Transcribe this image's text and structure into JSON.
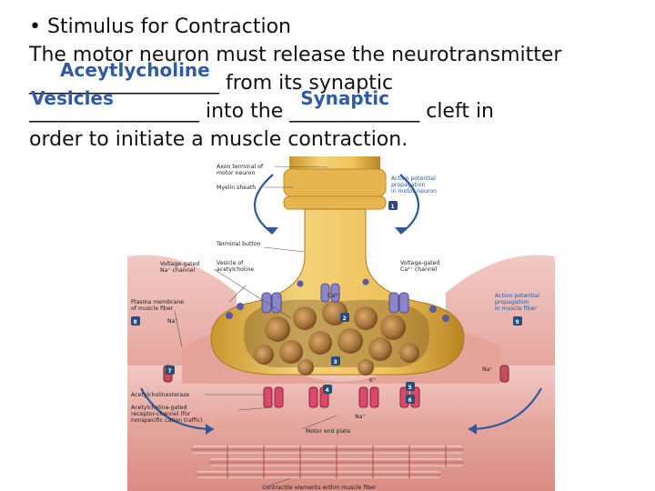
{
  "slide": {
    "bullet": "•",
    "heading": "Stimulus for Contraction",
    "line2": "The motor neuron must release the neurotransmitter",
    "blank1_underscores": "___________________",
    "answer1": "Aceytlycholine",
    "line3_after": " from its synaptic",
    "blank2_underscores": "_________________",
    "answer2": "Vesicles",
    "line4_mid": " into the ",
    "blank3_underscores": "_____________",
    "answer3": "Synaptic",
    "line4_end": " cleft in",
    "line5": "order to initiate a muscle contraction."
  },
  "figure_labels": {
    "axon_terminal": "Axon terminal of",
    "axon_terminal2": "motor neuron",
    "myelin": "Myelin sheath",
    "ap_neuron1": "Action potential",
    "ap_neuron2": "propagation",
    "ap_neuron3": "in motor neuron",
    "terminal_button": "Terminal button",
    "vg_na1": "Voltage-gated",
    "vg_na2": "Na⁺ channel",
    "vesicle1": "Vesicle of",
    "vesicle2": "acetylcholine",
    "vg_ca1": "Voltage-gated",
    "vg_ca2": "Ca²⁺ channel",
    "ca": "Ca²⁺",
    "plasma1": "Plasma membrane",
    "plasma2": "of muscle fiber",
    "ap_muscle1": "Action potential",
    "ap_muscle2": "propagation",
    "ap_muscle3": "in muscle fiber",
    "na_left": "Na⁺",
    "na_right": "Na⁺",
    "na_bottom": "Na⁺",
    "k": "K⁺",
    "ache": "Acetylcholinesterase",
    "achr1": "Acetylcholine-gated",
    "achr2": "receptor-channel (for",
    "achr3": "nonspecific cation traffic)",
    "motor_end_plate": "Motor end plate",
    "contractile": "Contractile elements within muscle fiber",
    "n1": "1",
    "n2": "2",
    "n3": "3",
    "n4": "4",
    "n5": "5",
    "n6": "6",
    "n7": "7",
    "n8": "8",
    "n9": "9"
  }
}
